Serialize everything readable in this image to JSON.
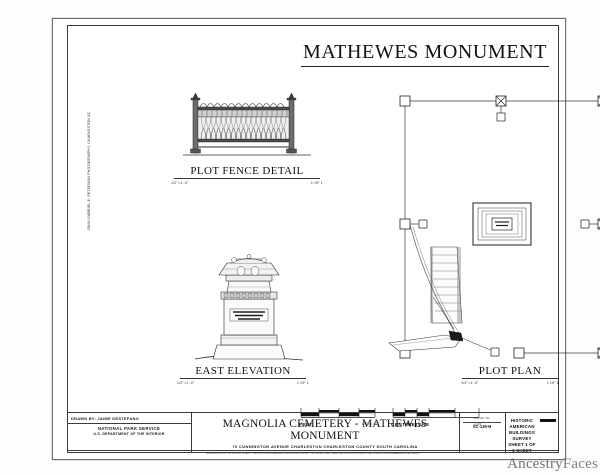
{
  "sheet": {
    "main_title": "MATHEWES MONUMENT",
    "margin_text": "JOHN GABRIEL E. PETERSON PHOTOGRAPHY, CHARLESTON SC"
  },
  "drawings": [
    {
      "id": "plot-fence-detail",
      "title": "PLOT FENCE DETAIL",
      "scale": "1/2\"=1'-0\"",
      "sheet_ref": "1 OF 1"
    },
    {
      "id": "east-elevation",
      "title": "EAST ELEVATION",
      "scale": "1/2\"=1'-0\"",
      "sheet_ref": "1 OF 1"
    },
    {
      "id": "plot-plan",
      "title": "PLOT PLAN",
      "scale": "1/4\"=1'-0\"",
      "sheet_ref": "1 OF 1"
    }
  ],
  "scale_bars": [
    {
      "label": "FEET",
      "ratio": "1/2\"=1'-0\"",
      "ticks": [
        "0",
        "1",
        "2",
        "3"
      ]
    },
    {
      "label": "CENTIMETERS",
      "ratio": "1:24",
      "ticks": [
        "0",
        "5",
        "10",
        "20"
      ]
    }
  ],
  "title_block": {
    "drawn_by": "DRAWN BY: JAIME DESTEFANO",
    "agency_line1": "NATIONAL PARK SERVICE",
    "agency_line2": "U.S. DEPARTMENT OF THE INTERIOR",
    "project_title": "MAGNOLIA CEMETERY - MATHEWES MONUMENT",
    "location": "70 CUNNINGTON AVENUE    CHARLESTON    CHARLESTON COUNTY    SOUTH CAROLINA",
    "survey_label": "SURVEY NO.",
    "survey_number": "SC-130-H",
    "habs_line1": "HISTORIC AMERICAN",
    "habs_line2": "BUILDINGS SURVEY",
    "habs_line3": "SHEET 1 OF 1 SHEET",
    "disclaimer": "REPRODUCTION OF A HABS SHEET. THE NATIONAL AMERICAN BUILDINGS SURVEY, NATIONAL PARK SERVICE, PLANS FOR ARCHITECTURAL AND ENGINEERING RECORDS."
  },
  "watermark": {
    "text_a": "Ancestry",
    "text_b": "Faces",
    "full": "AncestryFaces"
  },
  "colors": {
    "ink": "#1a1a1a",
    "paper": "#ffffff",
    "border": "#3a3a3a",
    "watermark": "#6a6a6a"
  }
}
